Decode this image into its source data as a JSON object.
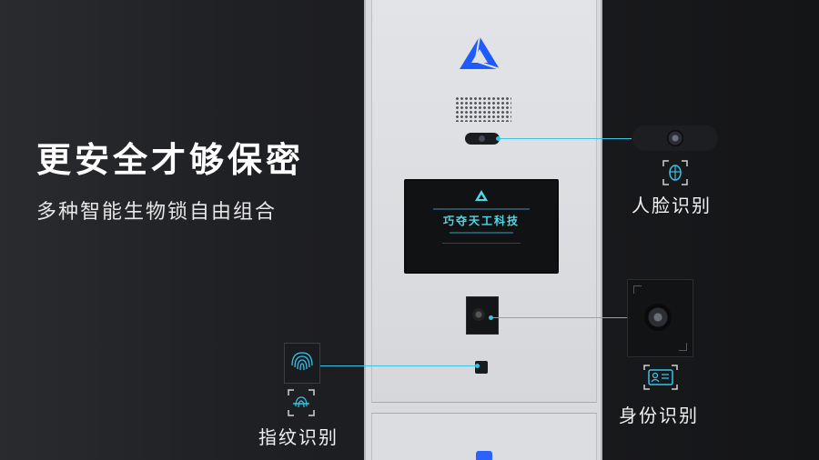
{
  "headline": "更安全才够保密",
  "subline": "多种智能生物锁自由组合",
  "device": {
    "screen_title": "巧夺天工科技",
    "logo_icon": "triangle-logo-icon"
  },
  "callouts": {
    "face": "人脸识别",
    "id": "身份识别",
    "fingerprint": "指纹识别"
  },
  "colors": {
    "accent": "#37c3ea",
    "logo_blue": "#1e5bff",
    "screen_text": "#4fd7e6",
    "led": "#2a61ff"
  }
}
